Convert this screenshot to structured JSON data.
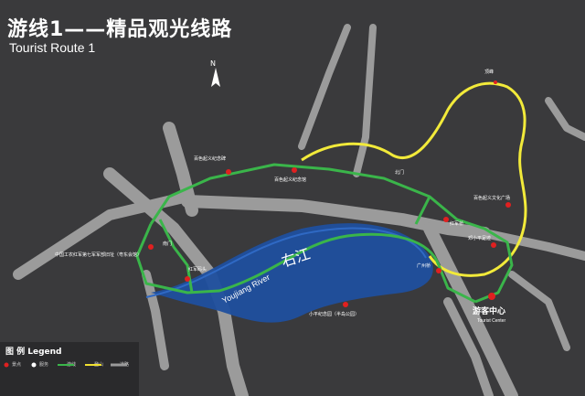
{
  "title": "游线1——精品观光线路",
  "subtitle": "Tourist Route 1",
  "compass": "N",
  "river": {
    "name_cn": "右江",
    "name_en": "Youjiang River"
  },
  "labels": {
    "visitor_center": "游客中心",
    "visitor_center_en": "Tourist Center",
    "red_army_bridge": "红军桥",
    "guangzhou_bridge": "广州桥",
    "red_army_pavilion": "红军码头",
    "museum": "中国工农红军第七军军部旧址（粤东会馆）",
    "hall": "百色起义纪念馆",
    "monument": "百色起义纪念碑",
    "park": "小平纪念园（半岛公园）",
    "square": "百色起义文化广场",
    "xiaoping": "邓小平足迹",
    "south_gate": "南门",
    "north_gate": "北门",
    "peak": "顶峰"
  },
  "legend": {
    "title": "图 例 Legend",
    "items": [
      {
        "label": "景点",
        "color": "#e02020",
        "kind": "dot"
      },
      {
        "label": "服务",
        "color": "#ffffff",
        "kind": "dot"
      },
      {
        "label": "游线",
        "color": "#3ab54a",
        "kind": "line"
      },
      {
        "label": "登山",
        "color": "#f0e030",
        "kind": "line"
      },
      {
        "label": "道路",
        "color": "#9a9a9a",
        "kind": "line"
      }
    ]
  },
  "colors": {
    "background": "#3a3a3c",
    "road": "#9b9b9b",
    "route": "#3ab54a",
    "hiking": "#f2ea3a",
    "river": "#1f4f9e",
    "poi": "#e02020"
  }
}
